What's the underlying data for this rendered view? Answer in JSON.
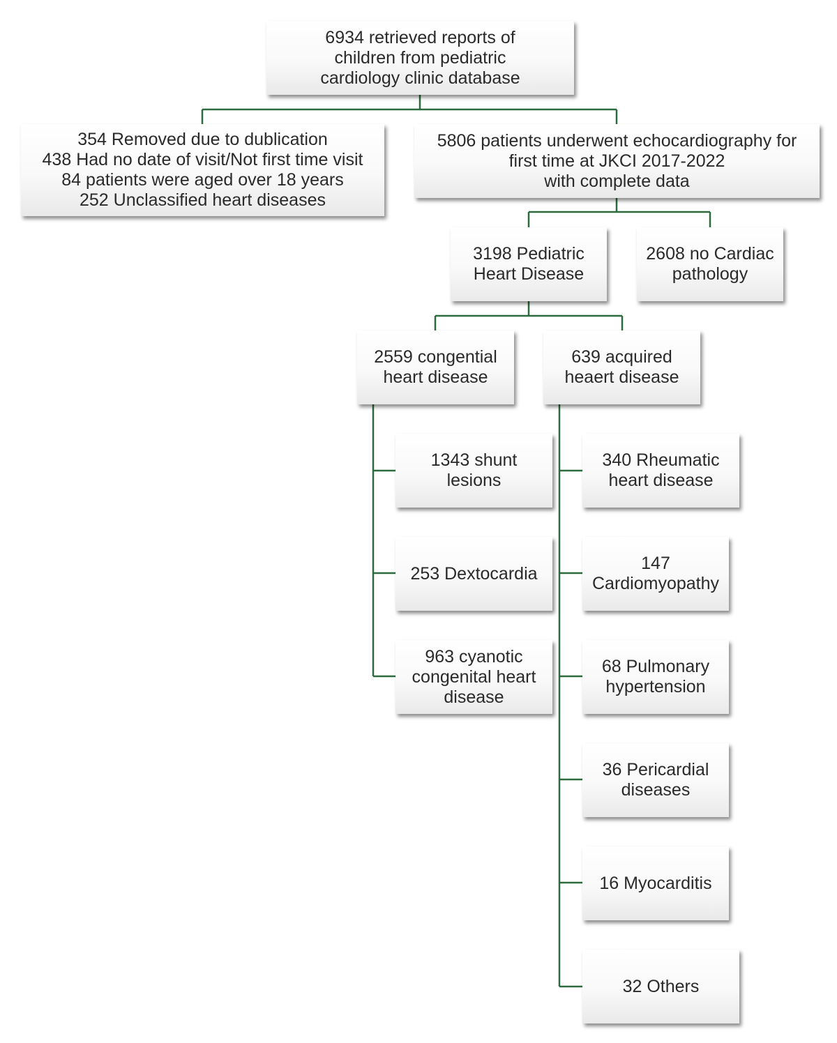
{
  "colors": {
    "connector": "#2d6a3e",
    "box_fill": "#f9f9f9",
    "text": "#2a2a2a"
  },
  "nodes": {
    "root": {
      "lines": [
        "6934 retrieved reports of",
        "children from pediatric",
        "cardiology clinic database"
      ]
    },
    "excluded": {
      "lines": [
        "354 Removed due to dublication",
        "438 Had no date of visit/Not first time visit",
        "84 patients were aged over 18 years",
        "252 Unclassified heart diseases"
      ]
    },
    "echo": {
      "lines": [
        "5806 patients underwent echocardiography for",
        "first time at JKCI 2017-2022",
        "with complete data"
      ]
    },
    "phd": {
      "lines": [
        "3198 Pediatric",
        "Heart Disease"
      ]
    },
    "no_cardiac": {
      "lines": [
        "2608 no Cardiac",
        "pathology"
      ]
    },
    "chd": {
      "lines": [
        "2559 congential",
        "heart disease"
      ]
    },
    "ahd": {
      "lines": [
        "639 acquired",
        "heaert disease"
      ]
    },
    "shunt": {
      "lines": [
        "1343 shunt",
        "lesions"
      ]
    },
    "dextocardia": {
      "lines": [
        "253 Dextocardia"
      ]
    },
    "cyanotic": {
      "lines": [
        "963 cyanotic",
        "congenital heart",
        "disease"
      ]
    },
    "rheumatic": {
      "lines": [
        "340 Rheumatic",
        "heart disease"
      ]
    },
    "cardiomyopathy": {
      "lines": [
        "147",
        "Cardiomyopathy"
      ]
    },
    "pulmonary": {
      "lines": [
        "68 Pulmonary",
        "hypertension"
      ]
    },
    "pericardial": {
      "lines": [
        "36 Pericardial",
        "diseases"
      ]
    },
    "myocarditis": {
      "lines": [
        "16 Myocarditis"
      ]
    },
    "others": {
      "lines": [
        "32 Others"
      ]
    }
  }
}
